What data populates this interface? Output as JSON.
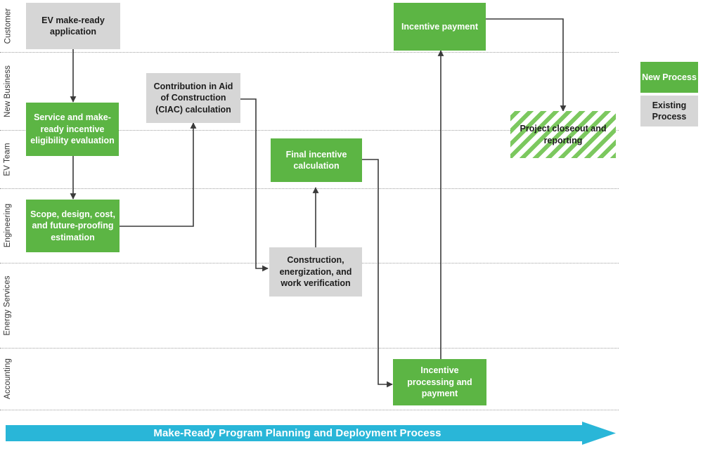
{
  "diagram": {
    "title": "Make-Ready Program Planning and Deployment Process",
    "accent_green": "#5cb544",
    "accent_gray": "#d6d6d6",
    "accent_cyan": "#29b6d8",
    "divider_color": "#9e9e9e"
  },
  "lanes": [
    {
      "label": "Customer"
    },
    {
      "label": "New Business"
    },
    {
      "label": "EV Team"
    },
    {
      "label": "Engineering"
    },
    {
      "label": "Energy Services"
    },
    {
      "label": "Accounting"
    }
  ],
  "nodes": [
    {
      "id": "ev-application",
      "label": "EV make-ready application",
      "type": "Existing Process"
    },
    {
      "id": "incentive-payment",
      "label": "Incentive payment",
      "type": "New Process"
    },
    {
      "id": "ciac-calculation",
      "label": "Contribution in Aid of Construction (CIAC) calculation",
      "type": "Existing Process"
    },
    {
      "id": "service-eligibility",
      "label": "Service and make-ready incentive eligibility evaluation",
      "type": "New Process"
    },
    {
      "id": "project-closeout",
      "label": "Project closeout and reporting",
      "type": "New Process"
    },
    {
      "id": "final-incentive",
      "label": "Final incentive calculation",
      "type": "New Process"
    },
    {
      "id": "scope-design",
      "label": "Scope, design, cost, and future-proofing estimation",
      "type": "New Process"
    },
    {
      "id": "construction",
      "label": "Construction, energization, and work verification",
      "type": "Existing Process"
    },
    {
      "id": "incentive-processing",
      "label": "Incentive processing and payment",
      "type": "New Process"
    }
  ],
  "legend": {
    "new_label": "New Process",
    "existing_label": "Existing Process"
  },
  "banner": {
    "label": "Make-Ready Program Planning and Deployment Process"
  }
}
